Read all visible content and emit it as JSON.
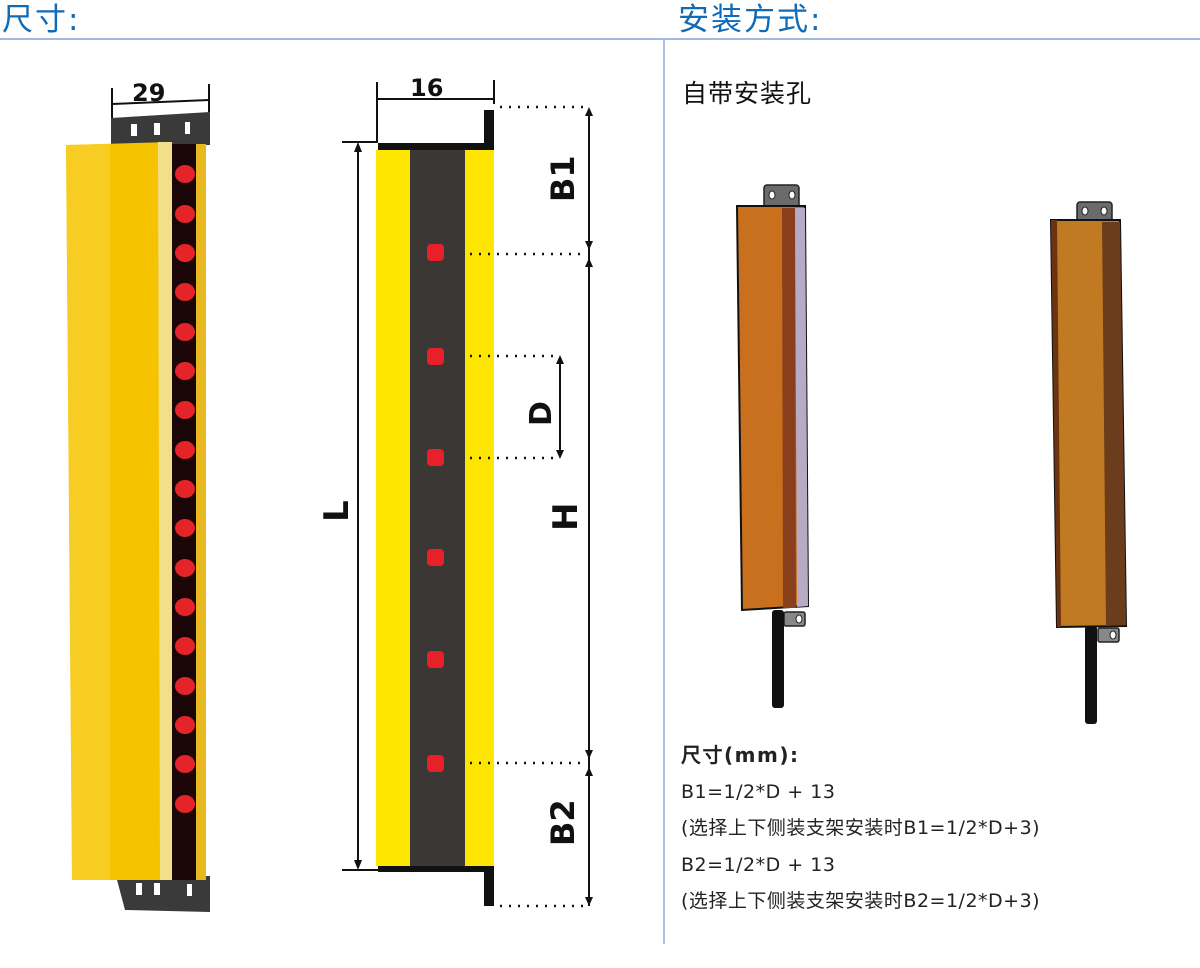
{
  "headers": {
    "dimensions": "尺寸:",
    "installation": "安装方式:"
  },
  "diagram_front": {
    "width_label": "29",
    "led_count": 17,
    "colors": {
      "housing": "#f5c400",
      "led": "#e8242a",
      "bracket": "#3a3a3a"
    }
  },
  "diagram_side": {
    "width_label": "16",
    "labels": {
      "B1": "B1",
      "D": "D",
      "H": "H",
      "L": "L",
      "B2": "B2"
    },
    "led_count": 6,
    "colors": {
      "housing": "#ffe600",
      "core": "#3b3735",
      "led": "#e8202a"
    }
  },
  "installation": {
    "subtitle": "自带安装孔",
    "colors": {
      "body": "#c9701f",
      "side": "#8a3f1c",
      "cable": "#111111",
      "bracket": "#777777"
    }
  },
  "spec": {
    "title": "尺寸(mm):",
    "lines": [
      "B1=1/2*D + 13",
      "(选择上下侧装支架安装时B1=1/2*D+3)",
      "B2=1/2*D + 13",
      "(选择上下侧装支架安装时B2=1/2*D+3)"
    ]
  },
  "accent_color": "#0e6bb8"
}
